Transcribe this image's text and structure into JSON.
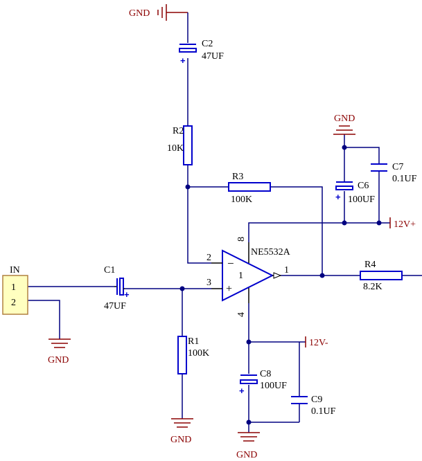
{
  "connector": {
    "name": "IN",
    "pin1": "1",
    "pin2": "2"
  },
  "ic": {
    "name": "NE5532A",
    "unit": "1",
    "pin_minus": "2",
    "pin_plus": "3",
    "pin_out": "1",
    "pin_vcc": "8",
    "pin_vee": "4",
    "sym_minus": "−",
    "sym_plus": "+"
  },
  "components": {
    "C1": {
      "ref": "C1",
      "value": "47UF"
    },
    "C2": {
      "ref": "C2",
      "value": "47UF"
    },
    "C6": {
      "ref": "C6",
      "value": "100UF"
    },
    "C7": {
      "ref": "C7",
      "value": "0.1UF"
    },
    "C8": {
      "ref": "C8",
      "value": "100UF"
    },
    "C9": {
      "ref": "C9",
      "value": "0.1UF"
    },
    "R1": {
      "ref": "R1",
      "value": "100K"
    },
    "R2": {
      "ref": "R2",
      "value": "10K"
    },
    "R3": {
      "ref": "R3",
      "value": "100K"
    },
    "R4": {
      "ref": "R4",
      "value": "8.2K"
    }
  },
  "power": {
    "gnd": "GND",
    "vpos": "12V+",
    "vneg": "12V-",
    "polarity_mark": "+"
  },
  "colors": {
    "wire": "#000080",
    "component": "#0000cc",
    "power_label": "#8b0000",
    "connector_fill": "#ffffc0"
  }
}
